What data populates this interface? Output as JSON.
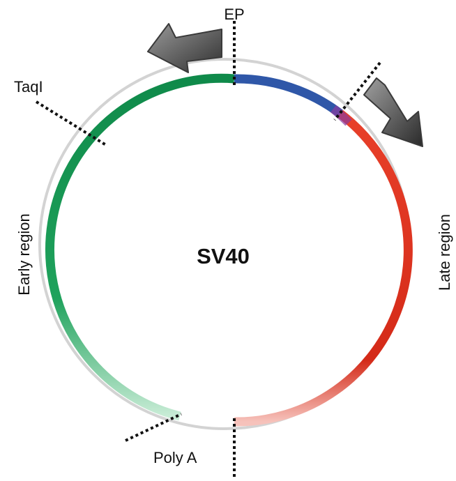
{
  "title": "SV40",
  "labels": {
    "ep": "EP",
    "taqi": "TaqI",
    "poly_a": "Poly A",
    "early_region": "Early region",
    "late_region": "Late region"
  },
  "colors": {
    "early": "#1d9e5a",
    "late": "#e23a22",
    "promoter": "#2f57a8",
    "outer_ring": "#cfcfcf",
    "arrow": "#6f6f6f",
    "marker": "#111111"
  }
}
